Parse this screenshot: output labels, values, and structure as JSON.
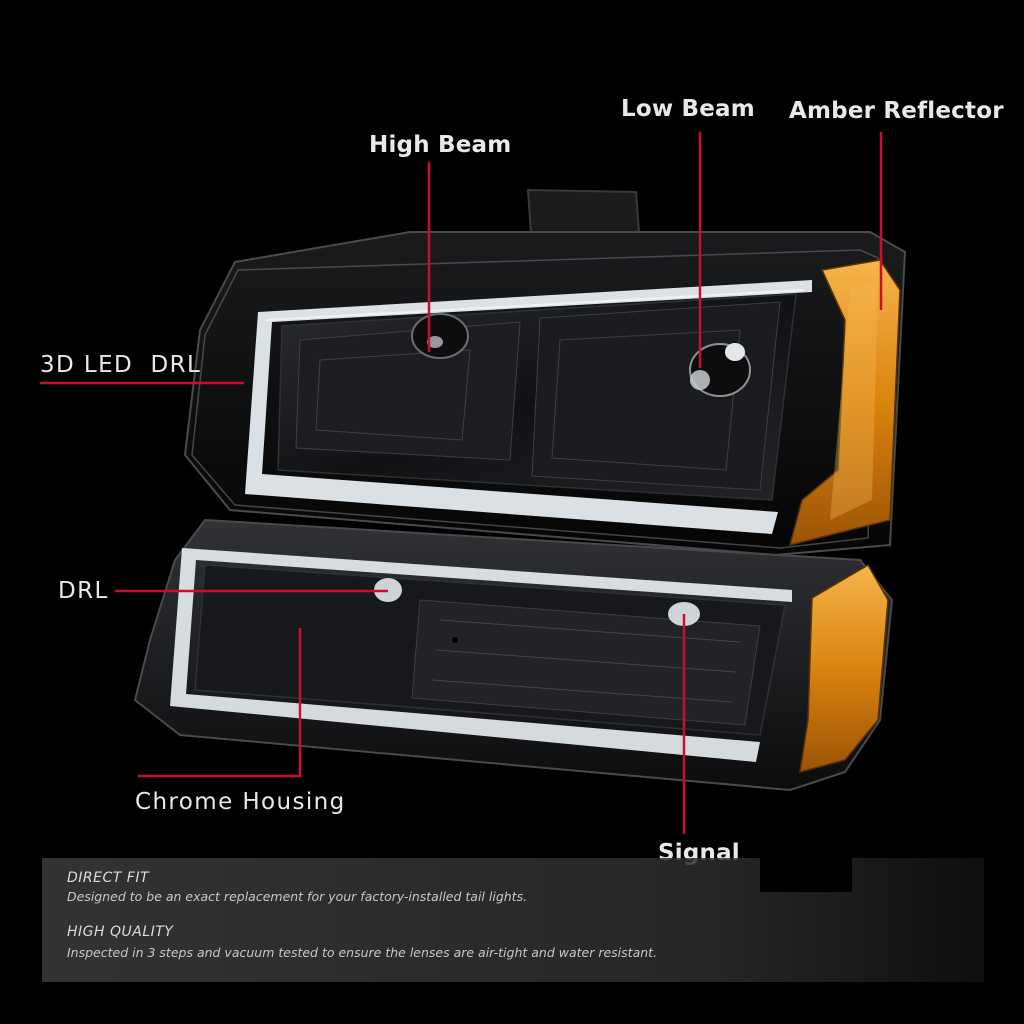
{
  "callouts": {
    "high_beam": "High Beam",
    "low_beam": "Low Beam",
    "amber_reflector": "Amber Reflector",
    "led_drl_3d": "3D LED  DRL",
    "drl": "DRL",
    "chrome_housing": "Chrome Housing",
    "signal": "Signal"
  },
  "features": [
    {
      "title": "DIRECT FIT",
      "description": "Designed to be an exact replacement for your factory-installed tail lights."
    },
    {
      "title": "HIGH QUALITY",
      "description": "Inspected in 3 steps and vacuum tested to ensure the lenses are air-tight and water resistant."
    }
  ],
  "colors": {
    "background": "#000000",
    "leader_line": "#c8102e",
    "amber": "#e08a14",
    "drl_glow": "#e6ecef",
    "label_text": "#e9e9e9"
  }
}
